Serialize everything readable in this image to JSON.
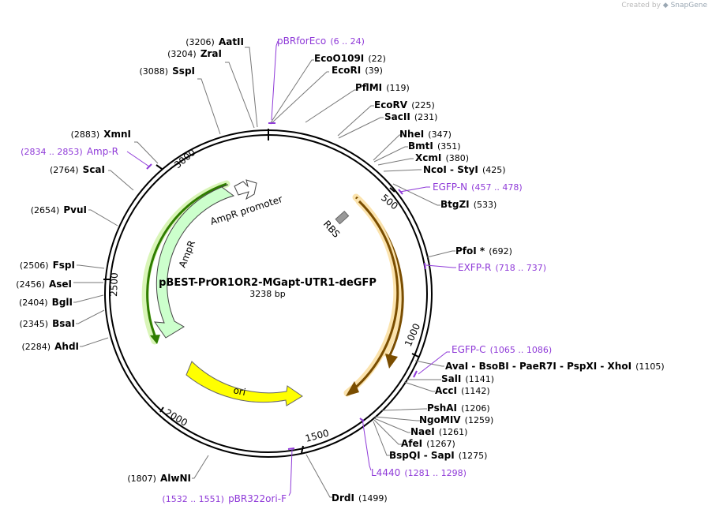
{
  "credit": {
    "text": "Created by",
    "brand": "SnapGene"
  },
  "plasmid": {
    "name": "pBEST-PrOR1OR2-MGapt-UTR1-deGFP",
    "size_label": "3238 bp",
    "length": 3238
  },
  "ticks": [
    "500",
    "1000",
    "1500",
    "2000",
    "2500",
    "3000"
  ],
  "features": {
    "ampr_promoter": "AmpR promoter",
    "ampr": "AmpR",
    "rbs": "RBS",
    "ori": "ori"
  },
  "sites": {
    "aatii": {
      "name": "AatII",
      "pos": "(3206)"
    },
    "zrai": {
      "name": "ZraI",
      "pos": "(3204)"
    },
    "sspi": {
      "name": "SspI",
      "pos": "(3088)"
    },
    "xmni": {
      "name": "XmnI",
      "pos": "(2883)"
    },
    "scai": {
      "name": "ScaI",
      "pos": "(2764)"
    },
    "pvui": {
      "name": "PvuI",
      "pos": "(2654)"
    },
    "fspi": {
      "name": "FspI",
      "pos": "(2506)"
    },
    "asei": {
      "name": "AseI",
      "pos": "(2456)"
    },
    "bgli": {
      "name": "BglI",
      "pos": "(2404)"
    },
    "bsai": {
      "name": "BsaI",
      "pos": "(2345)"
    },
    "ahdi": {
      "name": "AhdI",
      "pos": "(2284)"
    },
    "alwni": {
      "name": "AlwNI",
      "pos": "(1807)"
    },
    "drdi": {
      "name": "DrdI",
      "pos": "(1499)"
    },
    "eco0109i": {
      "name": "EcoO109I",
      "pos": "(22)"
    },
    "ecori": {
      "name": "EcoRI",
      "pos": "(39)"
    },
    "pflmi": {
      "name": "PflMI",
      "pos": "(119)"
    },
    "ecorv": {
      "name": "EcoRV",
      "pos": "(225)"
    },
    "sacii": {
      "name": "SacII",
      "pos": "(231)"
    },
    "nhei": {
      "name": "NheI",
      "pos": "(347)"
    },
    "bmti": {
      "name": "BmtI",
      "pos": "(351)"
    },
    "xcmi": {
      "name": "XcmI",
      "pos": "(380)"
    },
    "ncoi_styi": {
      "name": "NcoI - StyI",
      "pos": "(425)"
    },
    "btgzi": {
      "name": "BtgZI",
      "pos": "(533)"
    },
    "pfoi": {
      "name": "PfoI *",
      "pos": "(692)"
    },
    "avai_group": {
      "name": "AvaI - BsoBI - PaeR7I - PspXI - XhoI",
      "pos": "(1105)"
    },
    "sali": {
      "name": "SalI",
      "pos": "(1141)"
    },
    "acci": {
      "name": "AccI",
      "pos": "(1142)"
    },
    "pshai": {
      "name": "PshAI",
      "pos": "(1206)"
    },
    "ngomiv": {
      "name": "NgoMIV",
      "pos": "(1259)"
    },
    "naei": {
      "name": "NaeI",
      "pos": "(1261)"
    },
    "afei": {
      "name": "AfeI",
      "pos": "(1267)"
    },
    "bspqi_sapi": {
      "name": "BspQI - SapI",
      "pos": "(1275)"
    }
  },
  "primers": {
    "pbrforeco": {
      "name": "pBRforEco",
      "range": "(6 .. 24)"
    },
    "ampr_primer": {
      "name": "Amp-R",
      "range": "(2834 .. 2853)"
    },
    "egfp_n": {
      "name": "EGFP-N",
      "range": "(457 .. 478)"
    },
    "exfp_r": {
      "name": "EXFP-R",
      "range": "(718 .. 737)"
    },
    "egfp_c": {
      "name": "EGFP-C",
      "range": "(1065 .. 1086)"
    },
    "l4440": {
      "name": "L4440",
      "range": "(1281 .. 1298)"
    },
    "pbr322ori_f": {
      "name": "pBR322ori-F",
      "range": "(1532 .. 1551)"
    }
  },
  "colors": {
    "primer": "#8f3ad8",
    "ampr_fill": "#ccffcc",
    "ampr_promoter_fill": "#ffffff",
    "ori_fill": "#ffff00",
    "orange_feature": "#f5a623",
    "rbs_fill": "#999999"
  },
  "icons": {
    "brand": "snapgene-logo-icon"
  }
}
